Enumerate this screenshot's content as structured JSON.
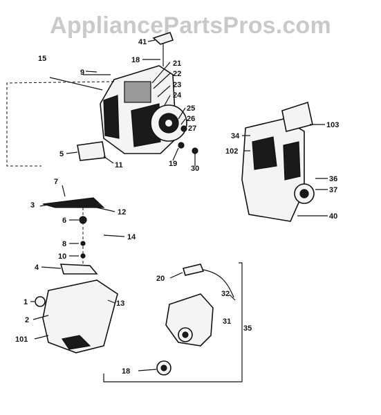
{
  "watermark": "AppliancePartsPros.com",
  "part_labels": {
    "p41": "41",
    "p18a": "18",
    "p15": "15",
    "p9": "9",
    "p21": "21",
    "p22": "22",
    "p23": "23",
    "p24": "24",
    "p25": "25",
    "p26": "26",
    "p27": "27",
    "p5": "5",
    "p11": "11",
    "p19": "19",
    "p30": "30",
    "p103": "103",
    "p34": "34",
    "p102": "102",
    "p36": "36",
    "p37": "37",
    "p40": "40",
    "p7": "7",
    "p3": "3",
    "p12": "12",
    "p6": "6",
    "p14": "14",
    "p8": "8",
    "p10": "10",
    "p4": "4",
    "p1": "1",
    "p2": "2",
    "p101": "101",
    "p13": "13",
    "p20": "20",
    "p32": "32",
    "p31": "31",
    "p35": "35",
    "p18b": "18"
  }
}
